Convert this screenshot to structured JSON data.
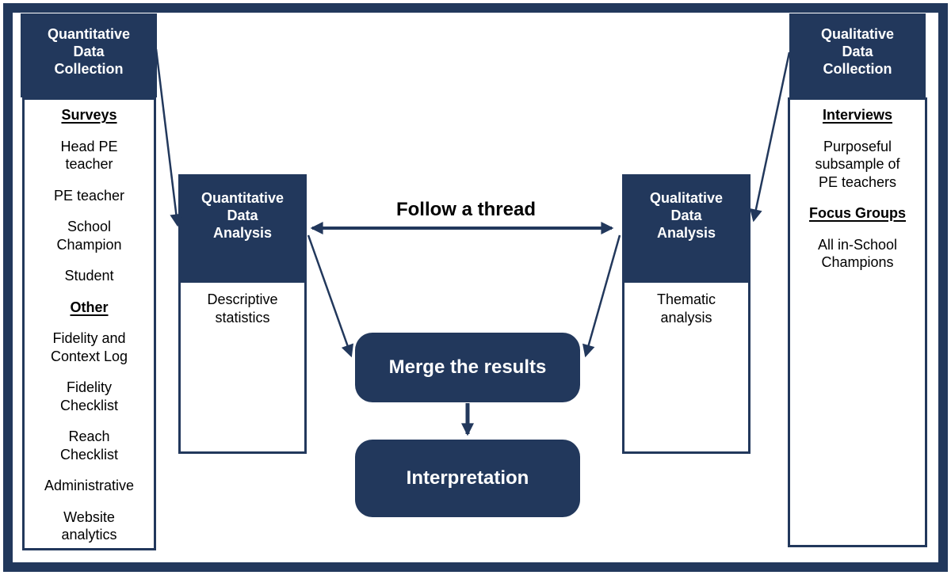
{
  "colors": {
    "navy": "#22385c",
    "text": "#000000",
    "box_text": "#ffffff",
    "background": "#ffffff"
  },
  "left_column": {
    "title": "Quantitative\nData\nCollection",
    "items": [
      {
        "text": "Surveys",
        "style": "heading"
      },
      {
        "text": "Head PE\nteacher",
        "style": "normal"
      },
      {
        "text": "PE teacher",
        "style": "normal"
      },
      {
        "text": "School\nChampion",
        "style": "normal"
      },
      {
        "text": "Student",
        "style": "normal"
      },
      {
        "text": "Other",
        "style": "heading"
      },
      {
        "text": "Fidelity and\nContext Log",
        "style": "normal"
      },
      {
        "text": "Fidelity\nChecklist",
        "style": "normal"
      },
      {
        "text": "Reach\nChecklist",
        "style": "normal"
      },
      {
        "text": "Administrative",
        "style": "normal"
      },
      {
        "text": "Website\nanalytics",
        "style": "normal"
      }
    ]
  },
  "right_column": {
    "title": "Qualitative\nData\nCollection",
    "items": [
      {
        "text": "Interviews",
        "style": "heading"
      },
      {
        "text": "Purposeful\nsubsample of\nPE teachers",
        "style": "normal"
      },
      {
        "text": "Focus Groups",
        "style": "heading"
      },
      {
        "text": "All in-School\nChampions",
        "style": "normal"
      }
    ]
  },
  "quant_analysis": {
    "title": "Quantitative\nData\nAnalysis",
    "body": "Descriptive\nstatistics"
  },
  "qual_analysis": {
    "title": "Qualitative\nData\nAnalysis",
    "body": "Thematic\nanalysis"
  },
  "center": {
    "follow_thread_label": "Follow a thread",
    "merge_label": "Merge the results",
    "interpretation_label": "Interpretation"
  }
}
